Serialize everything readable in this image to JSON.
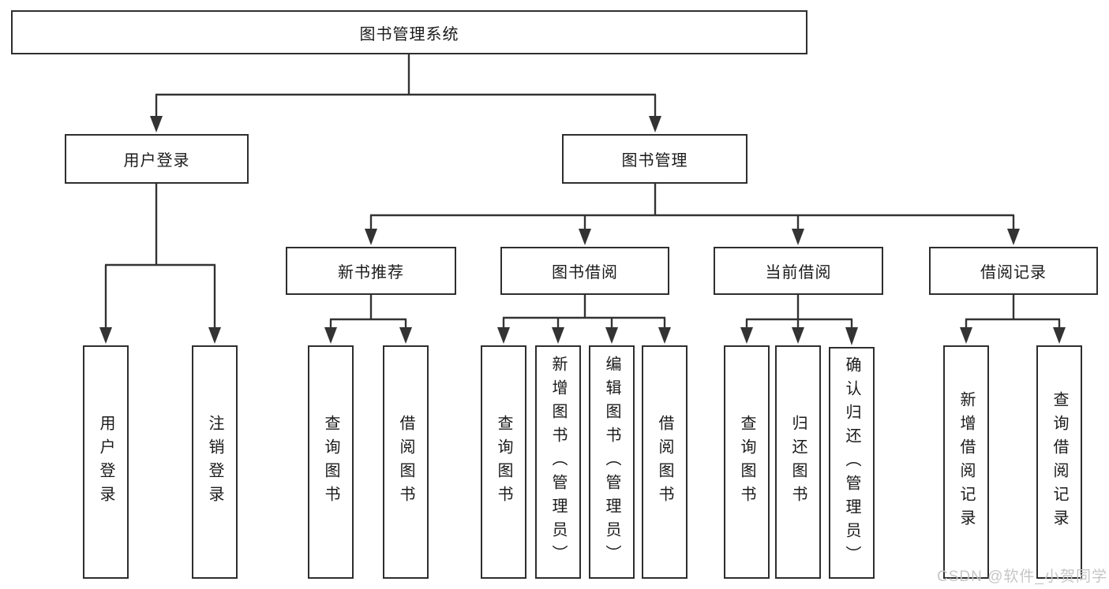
{
  "diagram": {
    "nodes": {
      "root": "图书管理系统",
      "user_login": "用户登录",
      "book_mgmt": "图书管理",
      "new_book_rec": "新书推荐",
      "book_borrow": "图书借阅",
      "current_borrow": "当前借阅",
      "borrow_record": "借阅记录",
      "ul_user_login": "用户登录",
      "ul_logout": "注销登录",
      "nb_query": "查询图书",
      "nb_borrow": "借阅图书",
      "bb_query": "查询图书",
      "bb_add": "新增图书（管理员）",
      "bb_edit": "编辑图书（管理员）",
      "bb_borrow": "借阅图书",
      "cb_query": "查询图书",
      "cb_return": "归还图书",
      "cb_confirm": "确认归还（管理员）",
      "br_add": "新增借阅记录",
      "br_query": "查询借阅记录"
    },
    "edges": [
      [
        "root",
        "user_login"
      ],
      [
        "root",
        "book_mgmt"
      ],
      [
        "user_login",
        "ul_user_login"
      ],
      [
        "user_login",
        "ul_logout"
      ],
      [
        "book_mgmt",
        "new_book_rec"
      ],
      [
        "book_mgmt",
        "book_borrow"
      ],
      [
        "book_mgmt",
        "current_borrow"
      ],
      [
        "book_mgmt",
        "borrow_record"
      ],
      [
        "new_book_rec",
        "nb_query"
      ],
      [
        "new_book_rec",
        "nb_borrow"
      ],
      [
        "book_borrow",
        "bb_query"
      ],
      [
        "book_borrow",
        "bb_add"
      ],
      [
        "book_borrow",
        "bb_edit"
      ],
      [
        "book_borrow",
        "bb_borrow"
      ],
      [
        "current_borrow",
        "cb_query"
      ],
      [
        "current_borrow",
        "cb_return"
      ],
      [
        "current_borrow",
        "cb_confirm"
      ],
      [
        "borrow_record",
        "br_add"
      ],
      [
        "borrow_record",
        "br_query"
      ]
    ]
  },
  "watermark": "CSDN @软件_小贺同学",
  "colors": {
    "line": "#333333",
    "border": "#2e2e2e",
    "text": "#1a1a1a",
    "watermark": "#c6c6c6",
    "background": "#ffffff"
  }
}
